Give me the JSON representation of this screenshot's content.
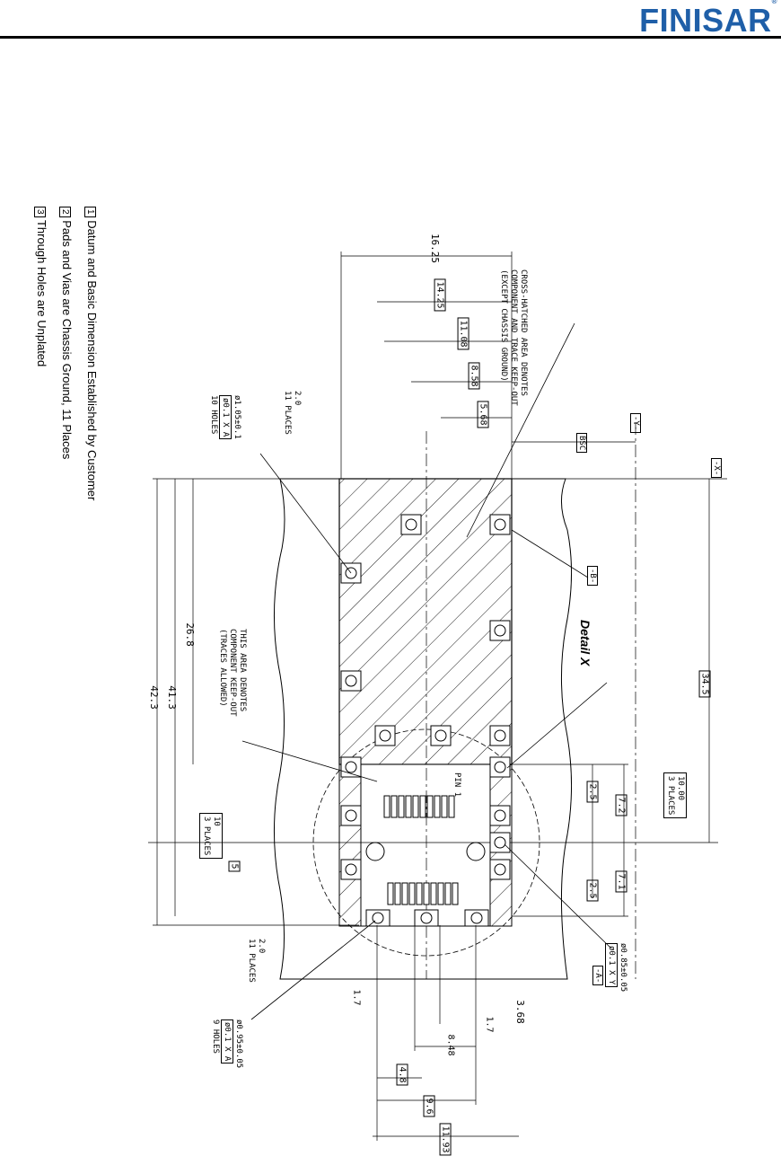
{
  "header": {
    "brand": "FINISAR",
    "registered": "®"
  },
  "notes": [
    {
      "marker": "1",
      "text": "Datum and Basic Dimension Established by Customer"
    },
    {
      "marker": "2",
      "text": "Pads and Vias are Chassis Ground, 11 Places"
    },
    {
      "marker": "3",
      "text": "Through Holes are Unplated"
    }
  ],
  "annotations": {
    "keepout_hatched": [
      "CROSS-HATCHED AREA DENOTES",
      "COMPONENT AND TRACE KEEP-OUT",
      "(EXCEPT CHASSIS GROUND)"
    ],
    "keepout_component": [
      "THIS AREA DENOTES",
      "COMPONENT KEEP-OUT",
      "(TRACES ALLOWED)"
    ],
    "detail_label": "Detail X",
    "pin1": "PIN 1",
    "datum_x": "-X-",
    "datum_y": "-Y-",
    "datum_a": "-A-",
    "datum_b": "-B-",
    "bsc": "BSC",
    "hole_spec_10": [
      "ø1.05±0.1",
      "ø0.1 X A",
      "10 HOLES"
    ],
    "hole_spec_9": [
      "ø0.95±0.05",
      "ø0.1 X A",
      "9 HOLES"
    ],
    "hole_spec_a": [
      "ø0.85±0.05",
      "ø0.1 X Y"
    ],
    "places_11_top": [
      "2.0",
      "11 PLACES"
    ],
    "places_11_bottom": [
      "2.0",
      "11 PLACES"
    ],
    "places_3_left": [
      "10",
      "3 PLACES"
    ],
    "places_3_right": [
      "10.00",
      "3 PLACES"
    ]
  },
  "dimensions": {
    "top": [
      "16.25",
      "14.25",
      "11.08",
      "8.58",
      "5.68"
    ],
    "left": [
      "26.8",
      "41.3",
      "42.3"
    ],
    "right": [
      "34.5",
      "7.2",
      "7.1",
      "2.5",
      "2.5"
    ],
    "small": [
      "5"
    ],
    "bottom": [
      "3.68",
      "1.7",
      "1.7",
      "8.48",
      "4.8",
      "9.6",
      "11.93"
    ]
  }
}
